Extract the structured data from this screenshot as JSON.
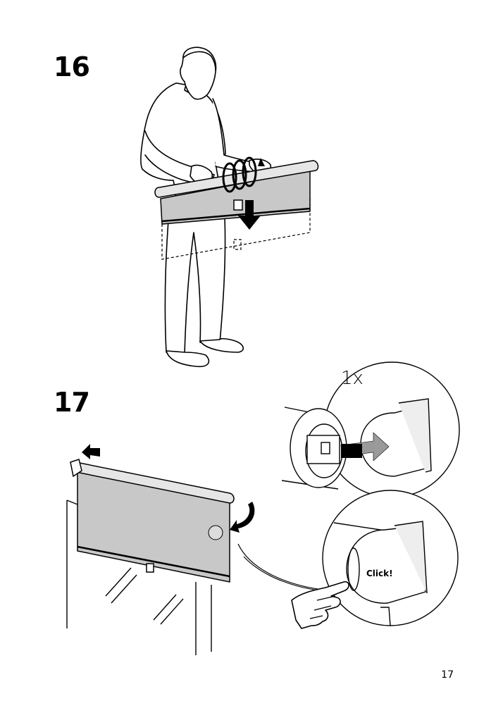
{
  "steps": {
    "step16": {
      "number": "16"
    },
    "step17": {
      "number": "17"
    }
  },
  "callouts": {
    "repeat": "1x",
    "click": "Click!"
  },
  "page": {
    "number": "17"
  },
  "icons": {
    "rotate_arrow": "rotate-arrow-icon",
    "down_arrow": "down-arrow-icon",
    "left_arrow": "left-arrow-icon",
    "curved_arrow": "curved-arrow-icon",
    "push_arrow": "push-arrow-icon"
  },
  "colors": {
    "ink": "#000000",
    "fabric": "#c8c8c8",
    "arrow_grey": "#9a9a9a"
  }
}
